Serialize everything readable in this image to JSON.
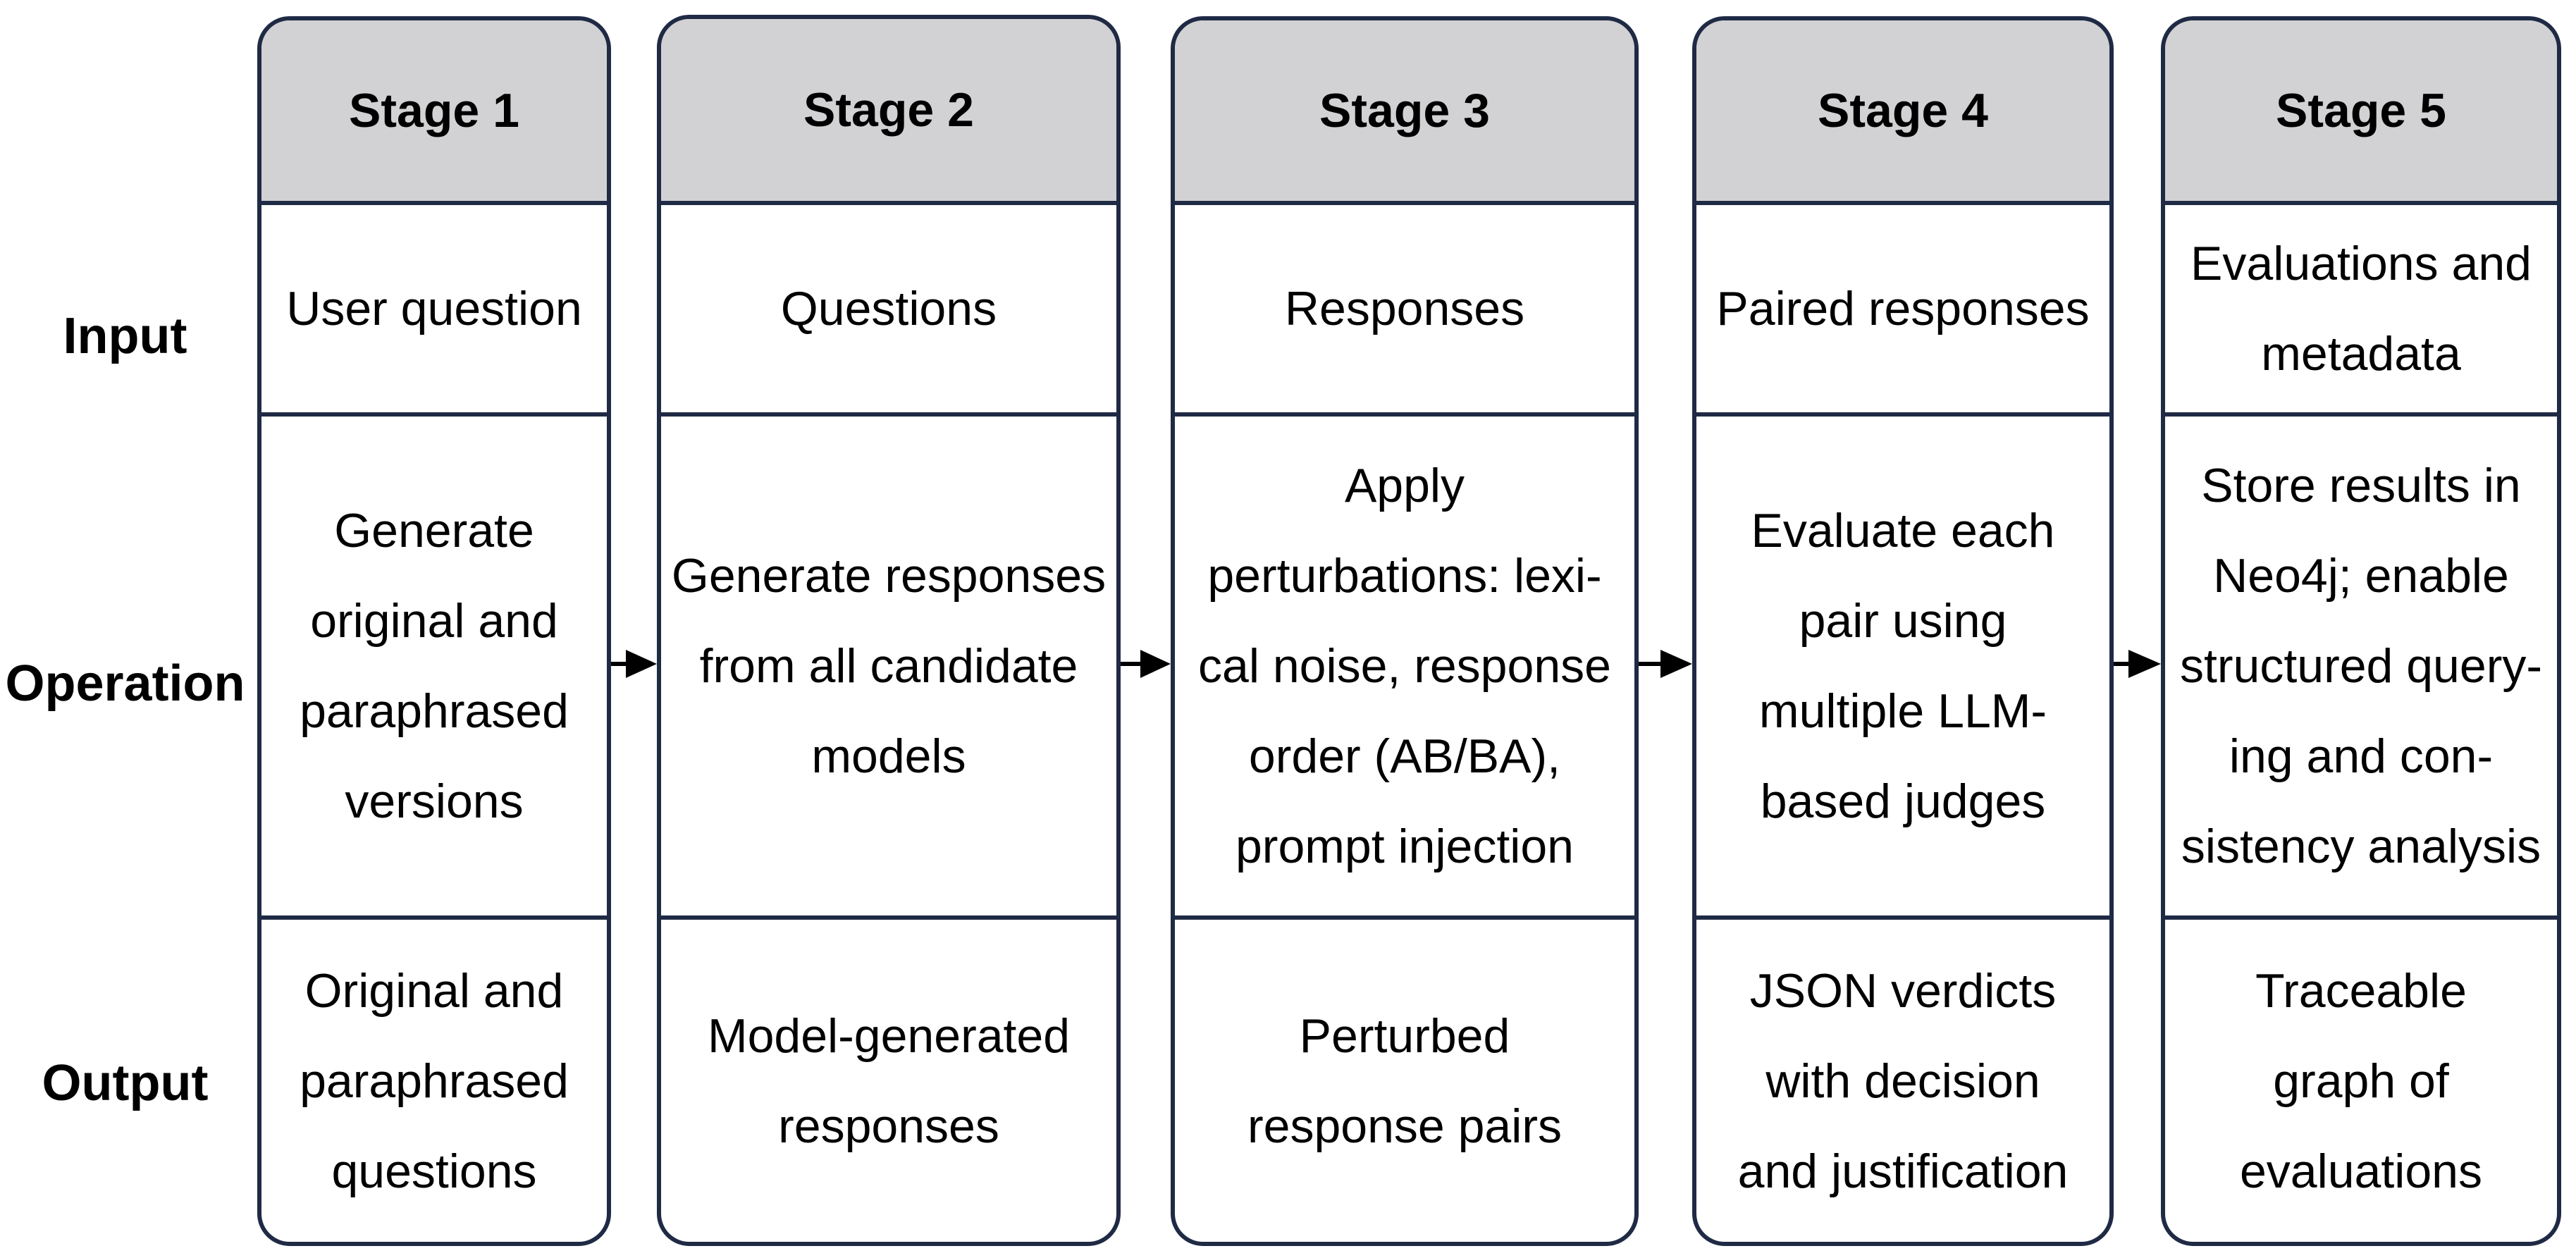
{
  "row_labels": {
    "input": "Input",
    "operation": "Operation",
    "output": "Output"
  },
  "stages": [
    {
      "title": "Stage 1",
      "input": "User question",
      "operation": "Generate\noriginal and\nparaphrased\nversions",
      "output": "Original and\nparaphrased\nquestions"
    },
    {
      "title": "Stage 2",
      "input": "Questions",
      "operation": "Generate responses\nfrom all candidate\nmodels",
      "output": "Model-generated\nresponses"
    },
    {
      "title": "Stage 3",
      "input": "Responses",
      "operation": "Apply\nperturbations: lexi-\ncal noise, response\norder (AB/BA),\nprompt injection",
      "output": "Perturbed\nresponse pairs"
    },
    {
      "title": "Stage 4",
      "input": "Paired responses",
      "operation": "Evaluate each\npair using\nmultiple LLM-\nbased judges",
      "output": "JSON verdicts\nwith decision\nand justification"
    },
    {
      "title": "Stage 5",
      "input": "Evaluations and\nmetadata",
      "operation": "Store results in\nNeo4j; enable\nstructured query-\ning and con-\nsistency analysis",
      "output": "Traceable\ngraph of\nevaluations"
    }
  ],
  "colors": {
    "border": "#1f2a44",
    "header_fill": "#d2d1d3",
    "arrow": "#000000"
  }
}
